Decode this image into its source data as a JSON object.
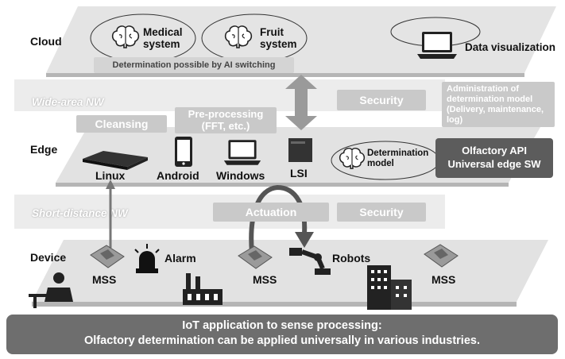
{
  "layers": {
    "cloud": "Cloud",
    "wide_area": "Wide-area NW",
    "edge": "Edge",
    "short_distance": "Short-distance NW",
    "device": "Device"
  },
  "cloud": {
    "medical_system": "Medical system",
    "fruit_system": "Fruit system",
    "data_visualization": "Data visualization",
    "ai_switching": "Determination possible by AI switching"
  },
  "wide_area": {
    "security": "Security",
    "admin_model": "Administration of determination model (Delivery, maintenance, log)"
  },
  "edge": {
    "cleansing": "Cleansing",
    "preprocessing": "Pre-processing\n(FFT, etc.)",
    "linux": "Linux",
    "android": "Android",
    "windows": "Windows",
    "lsi": "LSI",
    "determination_model": "Determination model",
    "olfactory_api": "Olfactory API\nUniversal edge SW"
  },
  "short_distance": {
    "actuation": "Actuation",
    "security": "Security"
  },
  "device": {
    "mss_1": "MSS",
    "alarm": "Alarm",
    "mss_2": "MSS",
    "robots": "Robots",
    "mss_3": "MSS"
  },
  "banner": {
    "line1": "IoT application to sense processing:",
    "line2": "Olfactory determination can be applied universally in various industries."
  },
  "colors": {
    "platform": "#e6e6e6",
    "band": "#ededed",
    "gray_box": "#c9c9c9",
    "dark_box": "#5c5c5c",
    "banner": "#6e6e6e"
  },
  "icons": [
    "brain-icon",
    "laptop-icon",
    "double-arrow-icon",
    "board-icon",
    "phone-icon",
    "chip-icon",
    "alarm-light-icon",
    "factory-icon",
    "robot-arm-icon",
    "buildings-icon",
    "worker-icon",
    "loop-arrow-icon"
  ]
}
